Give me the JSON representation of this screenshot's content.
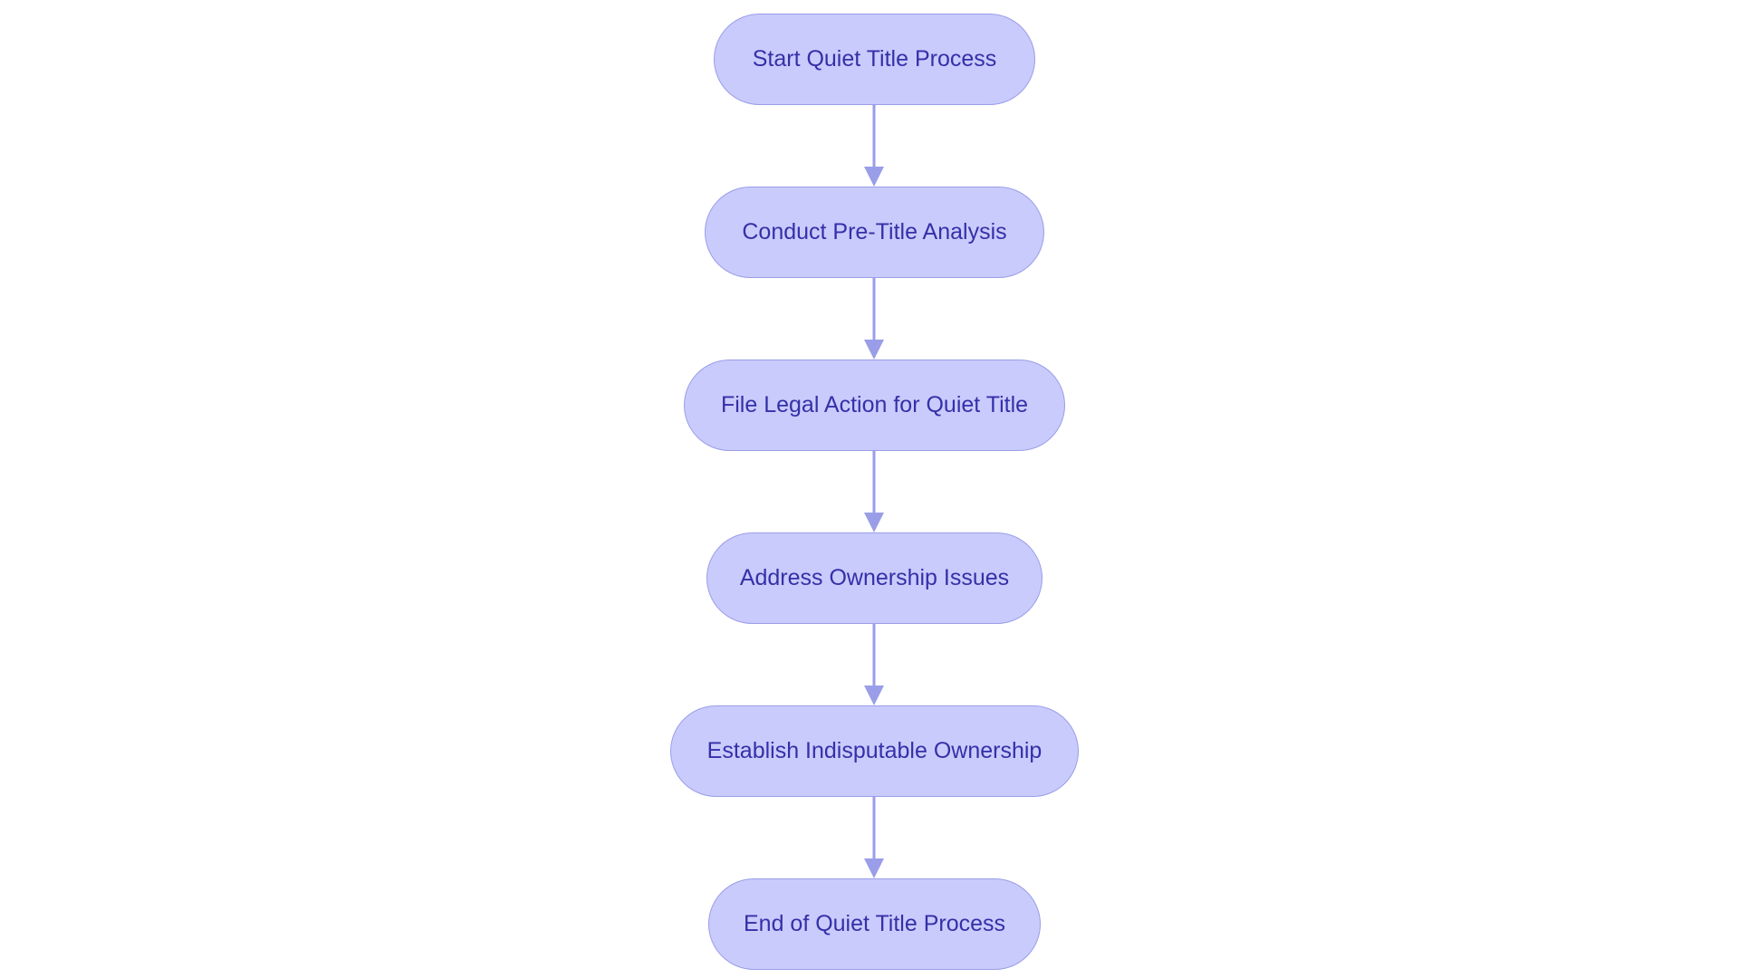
{
  "diagram": {
    "type": "flowchart",
    "direction": "top-to-bottom",
    "colors": {
      "node_fill": "#c9cbfc",
      "node_border": "#9a9ee8",
      "node_text": "#3430a8",
      "edge": "#9a9ee8"
    },
    "nodes": [
      {
        "id": "start",
        "label": "Start Quiet Title Process"
      },
      {
        "id": "pre-title",
        "label": "Conduct Pre-Title Analysis"
      },
      {
        "id": "file-legal",
        "label": "File Legal Action for Quiet Title"
      },
      {
        "id": "address",
        "label": "Address Ownership Issues"
      },
      {
        "id": "establish",
        "label": "Establish Indisputable Ownership"
      },
      {
        "id": "end",
        "label": "End of Quiet Title Process"
      }
    ],
    "edges": [
      {
        "from": "start",
        "to": "pre-title"
      },
      {
        "from": "pre-title",
        "to": "file-legal"
      },
      {
        "from": "file-legal",
        "to": "address"
      },
      {
        "from": "address",
        "to": "establish"
      },
      {
        "from": "establish",
        "to": "end"
      }
    ]
  }
}
